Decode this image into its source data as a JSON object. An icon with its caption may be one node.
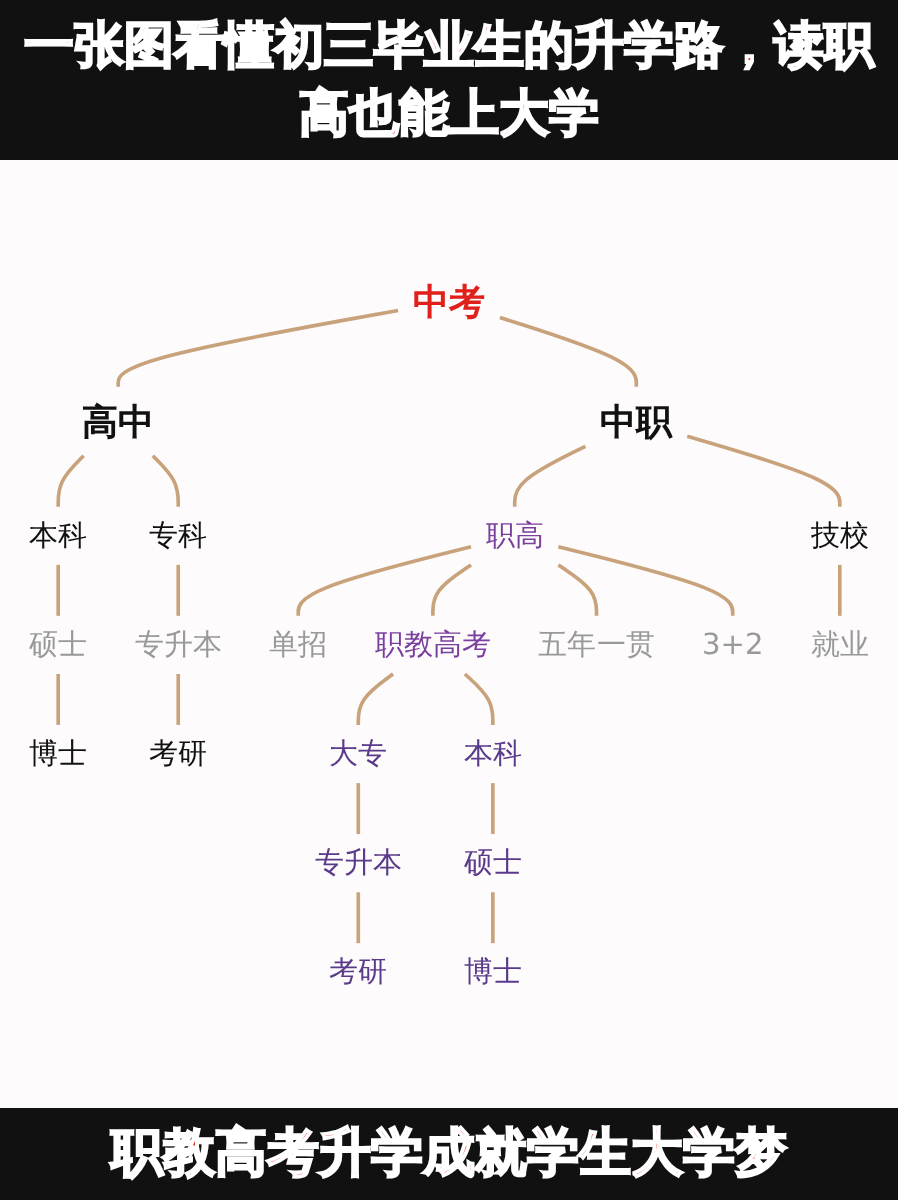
{
  "diagram": {
    "title": "一张图看懂初三毕业生的升学路，读职高也能上大学",
    "caption": "职教高考升学成就学生大学梦",
    "nodes": [
      {
        "text": [
          "中考"
        ]
      },
      {
        "text": [
          "高中"
        ]
      },
      {
        "text": [
          "中职"
        ]
      },
      {
        "text": [
          "本科"
        ]
      },
      {
        "text": [
          "专科"
        ]
      },
      {
        "text": [
          "职高"
        ]
      },
      {
        "text": [
          "技校"
        ]
      },
      {
        "text": [
          "硕士"
        ]
      },
      {
        "text": [
          "专升本"
        ]
      },
      {
        "text": [
          "单招"
        ]
      },
      {
        "text": [
          "职教高考"
        ]
      },
      {
        "text": [
          "五年一贯"
        ]
      },
      {
        "text": [
          "3+2"
        ]
      },
      {
        "text": [
          "就业"
        ]
      },
      {
        "text": [
          "博士"
        ]
      },
      {
        "text": [
          "考研"
        ]
      },
      {
        "text": [
          "大专"
        ]
      },
      {
        "text": [
          "本科"
        ]
      },
      {
        "text": [
          "专升本"
        ]
      },
      {
        "text": [
          "硕士"
        ]
      },
      {
        "text": [
          "考研"
        ]
      },
      {
        "text": [
          "博士"
        ]
      }
    ],
    "edges": [
      {
        "from": 0,
        "to": 1,
        "arrow": "none"
      },
      {
        "from": 0,
        "to": 2,
        "arrow": "none"
      },
      {
        "from": 1,
        "to": 3,
        "arrow": "none"
      },
      {
        "from": 1,
        "to": 4,
        "arrow": "none"
      },
      {
        "from": 2,
        "to": 5,
        "arrow": "none"
      },
      {
        "from": 2,
        "to": 6,
        "arrow": "none"
      },
      {
        "from": 3,
        "to": 7,
        "arrow": "none"
      },
      {
        "from": 4,
        "to": 8,
        "arrow": "none"
      },
      {
        "from": 5,
        "to": 9,
        "arrow": "none"
      },
      {
        "from": 5,
        "to": 10,
        "arrow": "none"
      },
      {
        "from": 5,
        "to": 11,
        "arrow": "none"
      },
      {
        "from": 5,
        "to": 12,
        "arrow": "none"
      },
      {
        "from": 6,
        "to": 13,
        "arrow": "none"
      },
      {
        "from": 7,
        "to": 14,
        "arrow": "none"
      },
      {
        "from": 8,
        "to": 15,
        "arrow": "none"
      },
      {
        "from": 10,
        "to": 16,
        "arrow": "none"
      },
      {
        "from": 10,
        "to": 17,
        "arrow": "none"
      },
      {
        "from": 16,
        "to": 18,
        "arrow": "none"
      },
      {
        "from": 17,
        "to": 19,
        "arrow": "none"
      },
      {
        "from": 18,
        "to": 20,
        "arrow": "none"
      },
      {
        "from": 19,
        "to": 21,
        "arrow": "none"
      }
    ]
  }
}
